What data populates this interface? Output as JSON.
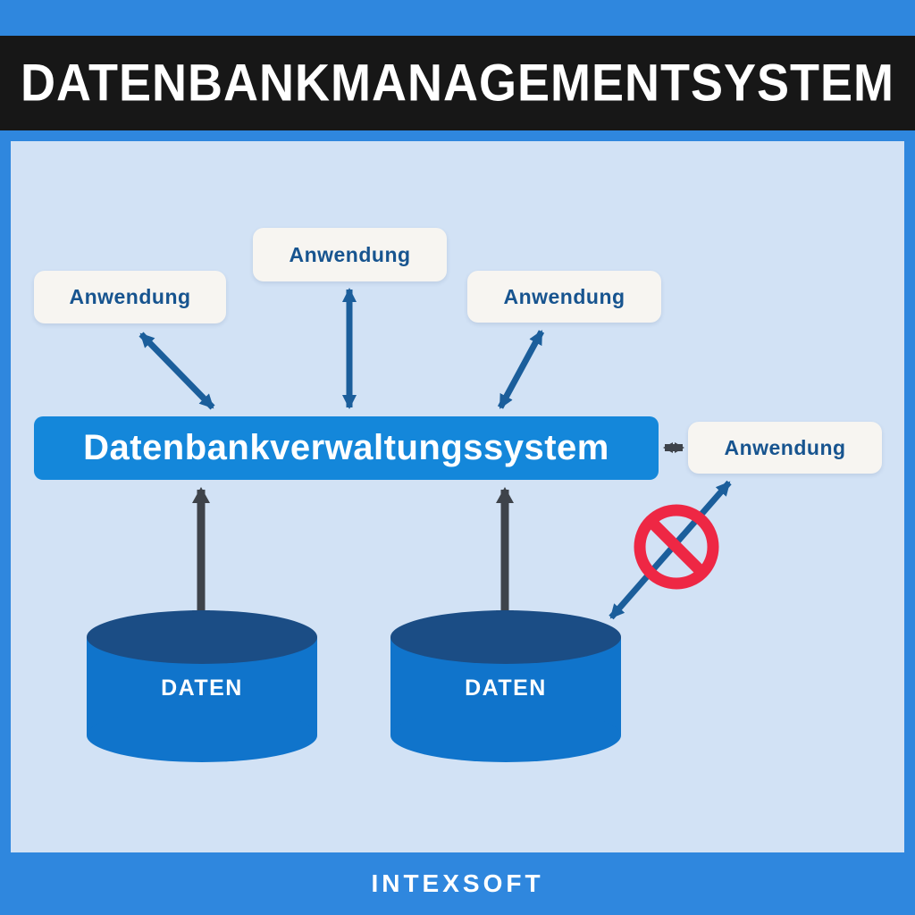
{
  "title": "DATENBANKMANAGEMENTSYSTEM",
  "footer": {
    "logo_text": "INTEXSOFT"
  },
  "diagram": {
    "applications": [
      {
        "label": "Anwendung"
      },
      {
        "label": "Anwendung"
      },
      {
        "label": "Anwendung"
      },
      {
        "label": "Anwendung"
      }
    ],
    "dbms_label": "Datenbankverwaltungssystem",
    "datastores": [
      {
        "label": "DATEN"
      },
      {
        "label": "DATEN"
      }
    ],
    "icons": {
      "no_direct_access": "no-entry-sign"
    },
    "colors": {
      "frame_blue": "#2f87de",
      "panel_blue": "#d2e2f5",
      "header_black": "#171717",
      "bar_blue": "#1487da",
      "box_background": "#f7f5f1",
      "label_blue": "#17548f",
      "arrow_blue": "#1b5e9b",
      "arrow_dark": "#3e434a",
      "cylinder_blue": "#1074cb",
      "cylinder_top_blue": "#1b4d85",
      "prohibit_red": "#ee2744"
    }
  }
}
